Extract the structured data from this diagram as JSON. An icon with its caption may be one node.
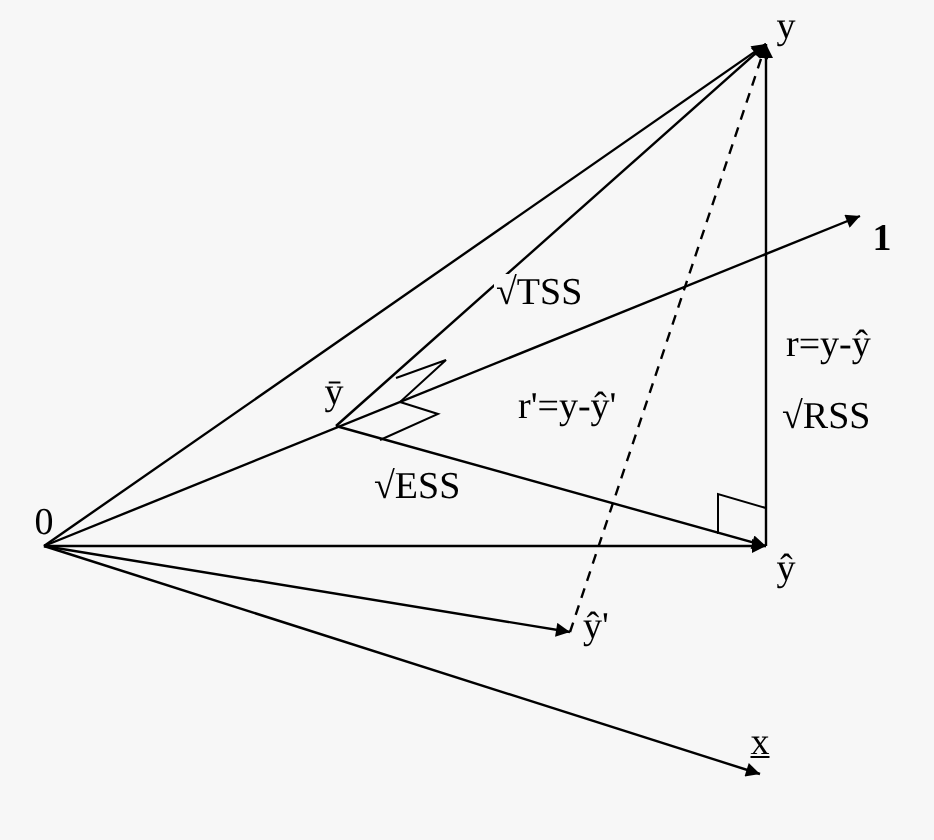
{
  "diagram": {
    "nodes": [
      {
        "text": [
          "0"
        ]
      },
      {
        "text": [
          "y"
        ]
      },
      {
        "text": [
          "1"
        ]
      },
      {
        "text": [
          "ȳ"
        ]
      },
      {
        "text": [
          "ŷ"
        ]
      },
      {
        "text": [
          "ŷ'"
        ]
      },
      {
        "text": [
          "x"
        ]
      }
    ],
    "edges": [
      {
        "from": 0,
        "to": 1,
        "arrow": "to"
      },
      {
        "from": 3,
        "to": 1,
        "arrow": "to",
        "label": "√TSS"
      },
      {
        "from": 0,
        "to": 2,
        "arrow": "to"
      },
      {
        "from": 3,
        "to": 4,
        "arrow": "to",
        "label": "√ESS"
      },
      {
        "from": 0,
        "to": 4,
        "arrow": "to"
      },
      {
        "from": 4,
        "to": 1,
        "arrow": "to",
        "label": "r=y-ŷ"
      },
      {
        "from": 5,
        "to": 1,
        "arrow": "to",
        "style": "dashed",
        "label": "r'=y-ŷ'"
      },
      {
        "from": 0,
        "to": 5,
        "arrow": "to"
      },
      {
        "from": 0,
        "to": 6,
        "arrow": "to"
      }
    ],
    "labels": [
      "√RSS"
    ]
  }
}
